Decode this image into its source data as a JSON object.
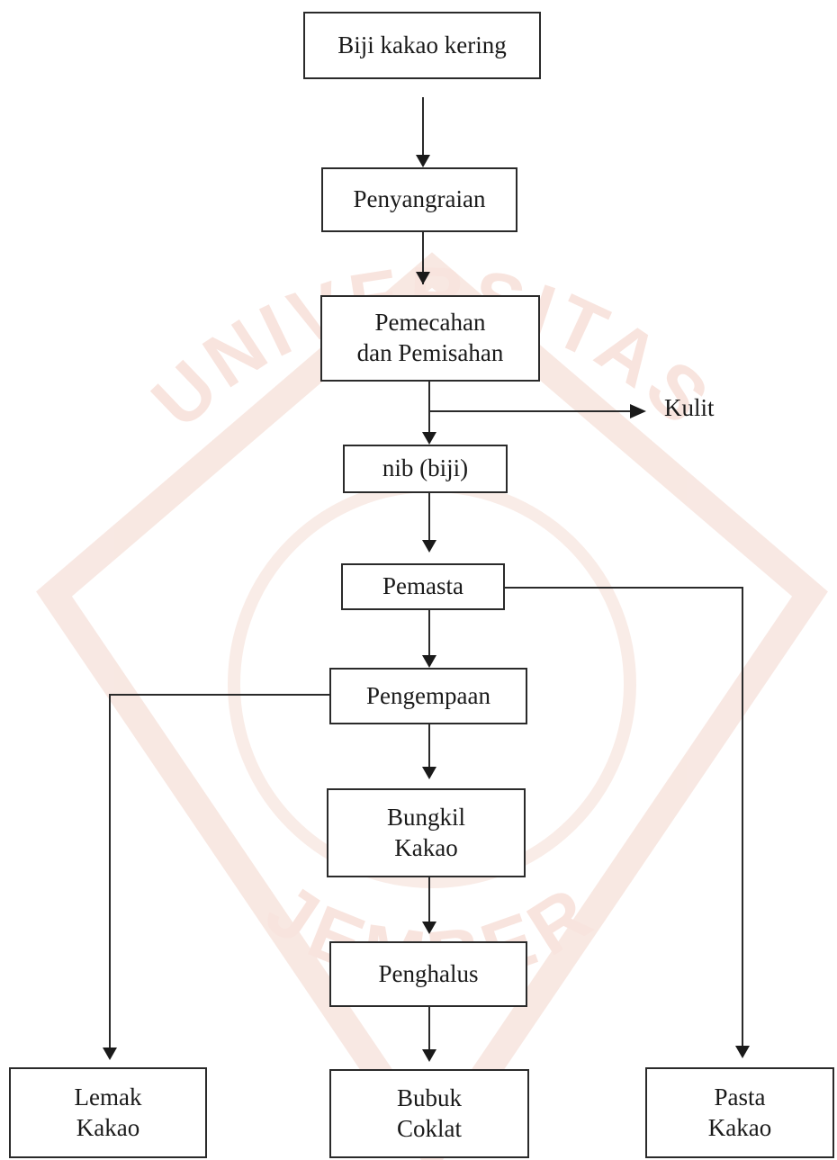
{
  "nodes": {
    "dry_beans": "Biji kakao kering",
    "roasting": "Penyangraian",
    "breaking": "Pemecahan\ndan Pemisahan",
    "nib": "nib (biji)",
    "pasting": "Pemasta",
    "pressing": "Pengempaan",
    "cake": "Bungkil\nKakao",
    "grinding": "Penghalus",
    "butter": "Lemak\nKakao",
    "powder": "Bubuk\nCoklat",
    "paste": "Pasta\nKakao"
  },
  "outputs": {
    "shell": "Kulit"
  },
  "watermark": {
    "text": "UNIVERSITAS JEMBER",
    "color": "#f3cfc4"
  }
}
